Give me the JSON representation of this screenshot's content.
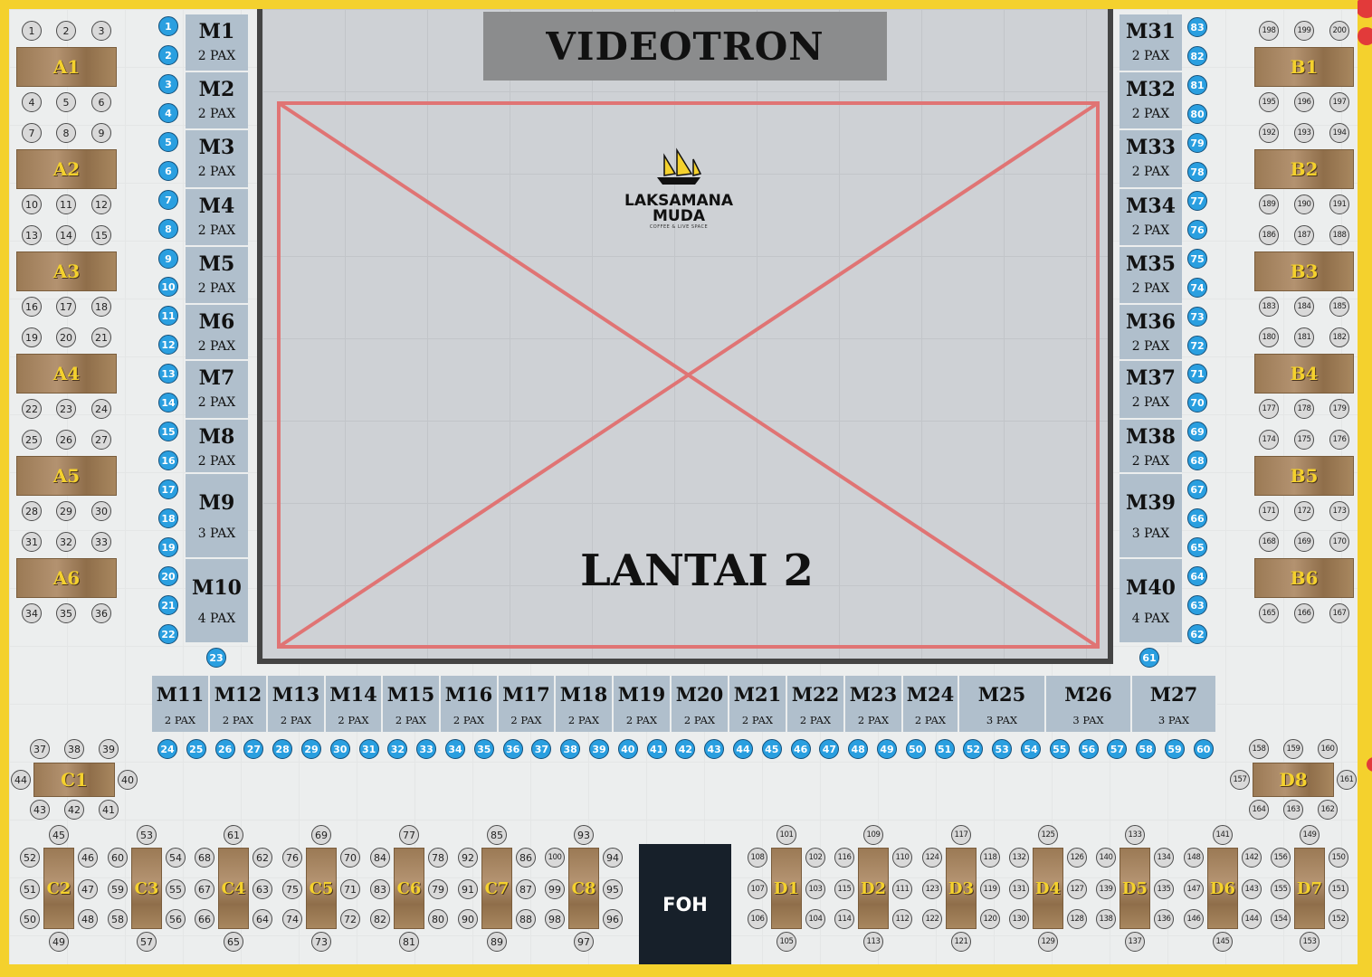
{
  "videotron": "VIDEOTRON",
  "floor_label": "LANTAI 2",
  "logo": {
    "line1": "LAKSAMANA",
    "line2": "MUDA",
    "tagline": "COFFEE & LIVE SPACE"
  },
  "foh": "FOH",
  "colors": {
    "border": "#f4d12d",
    "wood": "#a8875f",
    "table_label": "#f4d12d",
    "seat_blue": "#2a9fe0",
    "seat_grey": "#d9d9d9",
    "m_table": "#b0bfcc",
    "x_mark": "#e07474",
    "foh": "#17202a"
  },
  "left_tables": [
    "A1",
    "A2",
    "A3",
    "A4",
    "A5",
    "A6"
  ],
  "right_tables": [
    "B1",
    "B2",
    "B3",
    "B4",
    "B5",
    "B6"
  ],
  "left_seats": [
    [
      "1",
      "2",
      "3"
    ],
    [
      "4",
      "5",
      "6"
    ],
    [
      "7",
      "8",
      "9"
    ],
    [
      "10",
      "11",
      "12"
    ],
    [
      "13",
      "14",
      "15"
    ],
    [
      "16",
      "17",
      "18"
    ],
    [
      "19",
      "20",
      "21"
    ],
    [
      "22",
      "23",
      "24"
    ],
    [
      "25",
      "26",
      "27"
    ],
    [
      "28",
      "29",
      "30"
    ],
    [
      "31",
      "32",
      "33"
    ],
    [
      "34",
      "35",
      "36"
    ]
  ],
  "right_seats": [
    [
      "198",
      "199",
      "200"
    ],
    [
      "195",
      "196",
      "197"
    ],
    [
      "192",
      "193",
      "194"
    ],
    [
      "189",
      "190",
      "191"
    ],
    [
      "186",
      "187",
      "188"
    ],
    [
      "183",
      "184",
      "185"
    ],
    [
      "180",
      "181",
      "182"
    ],
    [
      "177",
      "178",
      "179"
    ],
    [
      "174",
      "175",
      "176"
    ],
    [
      "171",
      "172",
      "173"
    ],
    [
      "168",
      "169",
      "170"
    ],
    [
      "165",
      "166",
      "167"
    ]
  ],
  "left_m": [
    {
      "name": "M1",
      "pax": "2 PAX"
    },
    {
      "name": "M2",
      "pax": "2 PAX"
    },
    {
      "name": "M3",
      "pax": "2 PAX"
    },
    {
      "name": "M4",
      "pax": "2 PAX"
    },
    {
      "name": "M5",
      "pax": "2 PAX"
    },
    {
      "name": "M6",
      "pax": "2 PAX"
    },
    {
      "name": "M7",
      "pax": "2 PAX"
    },
    {
      "name": "M8",
      "pax": "2 PAX"
    },
    {
      "name": "M9",
      "pax": "3 PAX"
    },
    {
      "name": "M10",
      "pax": "4 PAX"
    }
  ],
  "right_m": [
    {
      "name": "M31",
      "pax": "2 PAX"
    },
    {
      "name": "M32",
      "pax": "2 PAX"
    },
    {
      "name": "M33",
      "pax": "2 PAX"
    },
    {
      "name": "M34",
      "pax": "2 PAX"
    },
    {
      "name": "M35",
      "pax": "2 PAX"
    },
    {
      "name": "M36",
      "pax": "2 PAX"
    },
    {
      "name": "M37",
      "pax": "2 PAX"
    },
    {
      "name": "M38",
      "pax": "2 PAX"
    },
    {
      "name": "M39",
      "pax": "3 PAX"
    },
    {
      "name": "M40",
      "pax": "4 PAX"
    }
  ],
  "bottom_m": [
    {
      "name": "M11",
      "pax": "2 PAX"
    },
    {
      "name": "M12",
      "pax": "2 PAX"
    },
    {
      "name": "M13",
      "pax": "2 PAX"
    },
    {
      "name": "M14",
      "pax": "2 PAX"
    },
    {
      "name": "M15",
      "pax": "2 PAX"
    },
    {
      "name": "M16",
      "pax": "2 PAX"
    },
    {
      "name": "M17",
      "pax": "2 PAX"
    },
    {
      "name": "M18",
      "pax": "2 PAX"
    },
    {
      "name": "M19",
      "pax": "2 PAX"
    },
    {
      "name": "M20",
      "pax": "2 PAX"
    },
    {
      "name": "M21",
      "pax": "2 PAX"
    },
    {
      "name": "M22",
      "pax": "2 PAX"
    },
    {
      "name": "M23",
      "pax": "2 PAX"
    },
    {
      "name": "M24",
      "pax": "2 PAX"
    },
    {
      "name": "M25",
      "pax": "3 PAX"
    },
    {
      "name": "M26",
      "pax": "3 PAX"
    },
    {
      "name": "M27",
      "pax": "3 PAX"
    }
  ],
  "left_blue": [
    "1",
    "2",
    "3",
    "4",
    "5",
    "6",
    "7",
    "8",
    "9",
    "10",
    "11",
    "12",
    "13",
    "14",
    "15",
    "16",
    "17",
    "18",
    "19",
    "20",
    "21",
    "22",
    "23"
  ],
  "right_blue": [
    "83",
    "82",
    "81",
    "80",
    "79",
    "78",
    "77",
    "76",
    "75",
    "74",
    "73",
    "72",
    "71",
    "70",
    "69",
    "68",
    "67",
    "66",
    "65",
    "64",
    "63",
    "62",
    "61"
  ],
  "bottom_blue": [
    "24",
    "25",
    "26",
    "27",
    "28",
    "29",
    "30",
    "31",
    "32",
    "33",
    "34",
    "35",
    "36",
    "37",
    "38",
    "39",
    "40",
    "41",
    "42",
    "43",
    "44",
    "45",
    "46",
    "47",
    "48",
    "49",
    "50",
    "51",
    "52",
    "53",
    "54",
    "55",
    "56",
    "57",
    "58",
    "59",
    "60"
  ],
  "c1": {
    "label": "C1",
    "top": [
      "37",
      "38",
      "39"
    ],
    "left": "44",
    "right": "40",
    "bottom": [
      "43",
      "42",
      "41"
    ]
  },
  "d8": {
    "label": "D8",
    "top": [
      "158",
      "159",
      "160"
    ],
    "left": "157",
    "right": "161",
    "bottom": [
      "164",
      "163",
      "162"
    ]
  },
  "bottom_groups": [
    {
      "label": "C2",
      "top": "45",
      "bottom": "49",
      "left": [
        "52",
        "51",
        "50"
      ],
      "right": [
        "46",
        "47",
        "48"
      ]
    },
    {
      "label": "C3",
      "top": "53",
      "bottom": "57",
      "left": [
        "60",
        "59",
        "58"
      ],
      "right": [
        "54",
        "55",
        "56"
      ]
    },
    {
      "label": "C4",
      "top": "61",
      "bottom": "65",
      "left": [
        "68",
        "67",
        "66"
      ],
      "right": [
        "62",
        "63",
        "64"
      ]
    },
    {
      "label": "C5",
      "top": "69",
      "bottom": "73",
      "left": [
        "76",
        "75",
        "74"
      ],
      "right": [
        "70",
        "71",
        "72"
      ]
    },
    {
      "label": "C6",
      "top": "77",
      "bottom": "81",
      "left": [
        "84",
        "83",
        "82"
      ],
      "right": [
        "78",
        "79",
        "80"
      ]
    },
    {
      "label": "C7",
      "top": "85",
      "bottom": "89",
      "left": [
        "92",
        "91",
        "90"
      ],
      "right": [
        "86",
        "87",
        "88"
      ]
    },
    {
      "label": "C8",
      "top": "93",
      "bottom": "97",
      "left": [
        "100",
        "99",
        "98"
      ],
      "right": [
        "94",
        "95",
        "96"
      ]
    },
    {
      "label": "D1",
      "top": "101",
      "bottom": "105",
      "left": [
        "108",
        "107",
        "106"
      ],
      "right": [
        "102",
        "103",
        "104"
      ]
    },
    {
      "label": "D2",
      "top": "109",
      "bottom": "113",
      "left": [
        "116",
        "115",
        "114"
      ],
      "right": [
        "110",
        "111",
        "112"
      ]
    },
    {
      "label": "D3",
      "top": "117",
      "bottom": "121",
      "left": [
        "124",
        "123",
        "122"
      ],
      "right": [
        "118",
        "119",
        "120"
      ]
    },
    {
      "label": "D4",
      "top": "125",
      "bottom": "129",
      "left": [
        "132",
        "131",
        "130"
      ],
      "right": [
        "126",
        "127",
        "128"
      ]
    },
    {
      "label": "D5",
      "top": "133",
      "bottom": "137",
      "left": [
        "140",
        "139",
        "138"
      ],
      "right": [
        "134",
        "135",
        "136"
      ]
    },
    {
      "label": "D6",
      "top": "141",
      "bottom": "145",
      "left": [
        "148",
        "147",
        "146"
      ],
      "right": [
        "142",
        "143",
        "144"
      ]
    },
    {
      "label": "D7",
      "top": "149",
      "bottom": "153",
      "left": [
        "156",
        "155",
        "154"
      ],
      "right": [
        "150",
        "151",
        "152"
      ]
    }
  ]
}
